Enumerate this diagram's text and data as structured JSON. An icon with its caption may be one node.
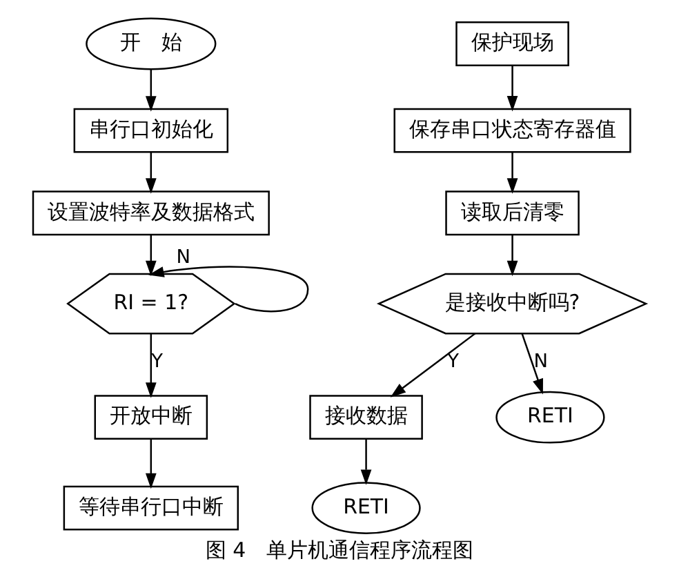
{
  "diagram": {
    "caption": "图 4　单片机通信程序流程图",
    "nodes": [
      {
        "text": [
          "开　始"
        ]
      },
      {
        "text": [
          "串行口初始化"
        ]
      },
      {
        "text": [
          "设置波特率及数据格式"
        ]
      },
      {
        "text": [
          "RI = 1?"
        ]
      },
      {
        "text": [
          "开放中断"
        ]
      },
      {
        "text": [
          "等待串行口中断"
        ]
      },
      {
        "text": [
          "保护现场"
        ]
      },
      {
        "text": [
          "保存串口状态寄存器值"
        ]
      },
      {
        "text": [
          "读取后清零"
        ]
      },
      {
        "text": [
          "是接收中断吗?"
        ]
      },
      {
        "text": [
          "接收数据"
        ]
      },
      {
        "text": [
          "RETI"
        ]
      },
      {
        "text": [
          "RETI"
        ]
      }
    ],
    "edges": [
      {
        "from": 0,
        "to": 1,
        "arrow": "to"
      },
      {
        "from": 1,
        "to": 2,
        "arrow": "to"
      },
      {
        "from": 2,
        "to": 3,
        "arrow": "to"
      },
      {
        "from": 3,
        "to": 3,
        "arrow": "to",
        "label": "N"
      },
      {
        "from": 3,
        "to": 4,
        "arrow": "to",
        "label": "Y"
      },
      {
        "from": 4,
        "to": 5,
        "arrow": "to"
      },
      {
        "from": 6,
        "to": 7,
        "arrow": "to"
      },
      {
        "from": 7,
        "to": 8,
        "arrow": "to"
      },
      {
        "from": 8,
        "to": 9,
        "arrow": "to"
      },
      {
        "from": 9,
        "to": 10,
        "arrow": "to",
        "label": "Y"
      },
      {
        "from": 10,
        "to": 11,
        "arrow": "to"
      },
      {
        "from": 9,
        "to": 12,
        "arrow": "to",
        "label": "N"
      }
    ]
  }
}
